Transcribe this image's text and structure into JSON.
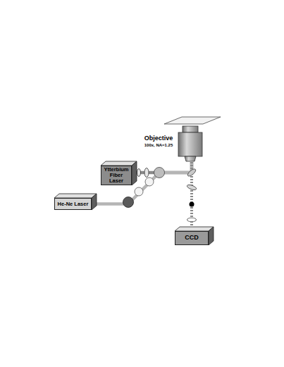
{
  "diagram": {
    "nodes": [
      {
        "text": [
          "Objective",
          "100x, NA=1.25"
        ]
      },
      {
        "text": [
          "Ytterbium Fiber Laser"
        ]
      },
      {
        "text": [
          "He-Ne Laser"
        ]
      },
      {
        "text": [
          "CCD"
        ]
      }
    ],
    "edges": [
      {
        "from": 1,
        "to": 0,
        "arrow": "none"
      },
      {
        "from": 2,
        "to": 0,
        "arrow": "none"
      },
      {
        "from": 0,
        "to": 3,
        "arrow": "none"
      }
    ]
  }
}
